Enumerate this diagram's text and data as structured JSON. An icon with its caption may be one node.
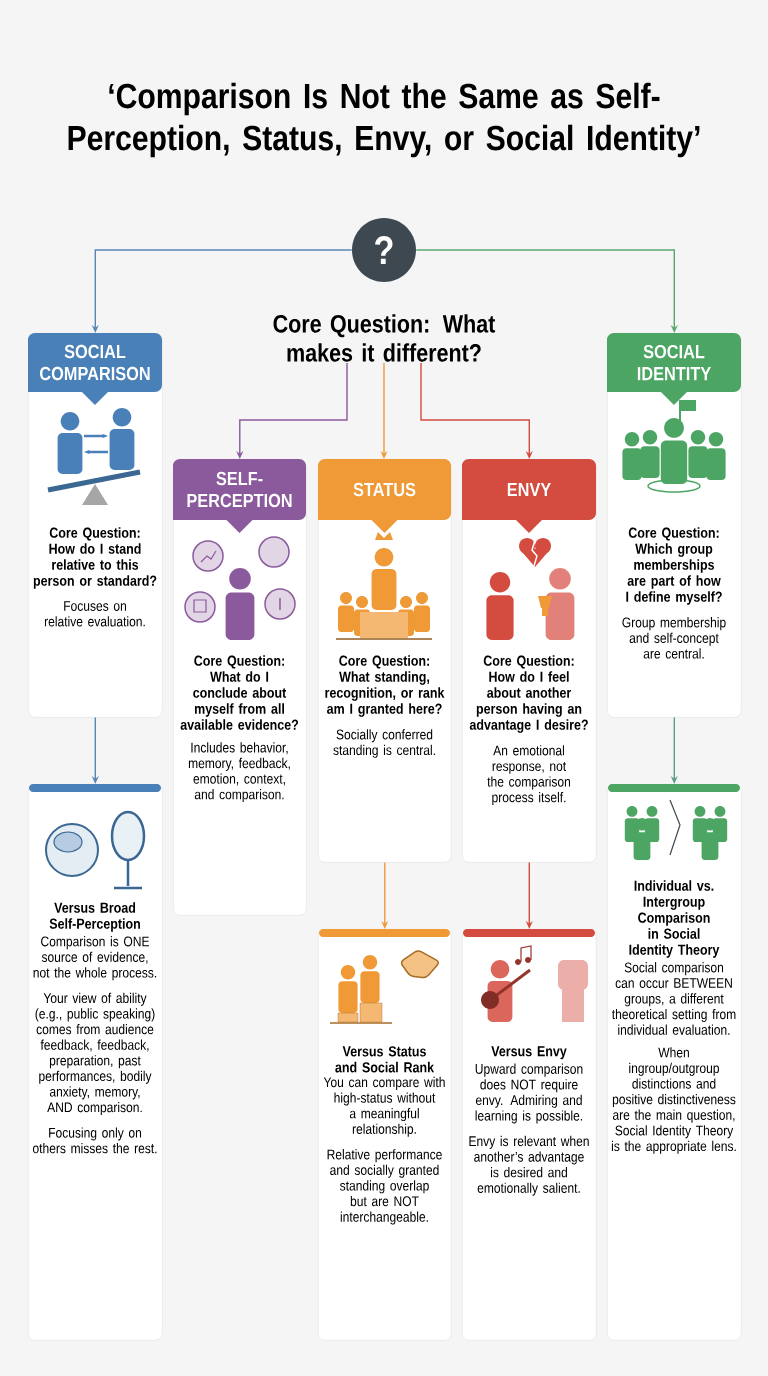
{
  "diagram": {
    "title": "‘Comparison Is Not the Same as Self-Perception, Status, Envy, or Social Identity’",
    "nodes": [
      {
        "text": [
          "?"
        ]
      },
      {
        "text": [
          "Core Question: What makes it different?"
        ]
      },
      {
        "text": [
          "SOCIAL COMPARISON",
          "Core Question: How do I stand relative to this person or standard?",
          "Focuses on relative evaluation."
        ]
      },
      {
        "text": [
          "SELF-PERCEPTION",
          "Core Question: What do I conclude about myself from all available evidence?",
          "Includes behavior, memory, feedback, emotion, context, and comparison."
        ]
      },
      {
        "text": [
          "STATUS",
          "Core Question: What standing, recognition, or rank am I granted here?",
          "Socially conferred standing is central."
        ]
      },
      {
        "text": [
          "ENVY",
          "Core Question: How do I feel about another person having an advantage I desire?",
          "An emotional response, not the comparison process itself."
        ]
      },
      {
        "text": [
          "SOCIAL IDENTITY",
          "Core Question: Which group memberships are part of how I define myself?",
          "Group membership and self-concept are central."
        ]
      },
      {
        "text": [
          "Versus Broad Self-Perception",
          "Comparison is ONE source of evidence, not the whole process.",
          "Your view of ability (e.g., public speaking) comes from audience feedback, feedback, preparation, past performances, bodily anxiety, memory, AND comparison.",
          "Focusing only on others misses the rest."
        ]
      },
      {
        "text": [
          "Versus Status and Social Rank",
          "You can compare with high-status without a meaningful relationship.",
          "Relative performance and socially granted standing overlap but are NOT interchangeable."
        ]
      },
      {
        "text": [
          "Versus Envy",
          "Upward comparison does NOT require envy. Admiring and learning is possible.",
          "Envy is relevant when another’s advantage is desired and emotionally salient."
        ]
      },
      {
        "text": [
          "Individual vs. Intergroup Comparison in Social Identity Theory",
          "Social comparison can occur BETWEEN groups, a different theoretical setting from individual evaluation.",
          "When ingroup/outgroup distinctions and positive distinctiveness are the main question, Social Identity Theory is the appropriate lens."
        ]
      }
    ],
    "edges": [
      {
        "from": 0,
        "to": 2,
        "arrow": "to",
        "color": "#5a86b5"
      },
      {
        "from": 0,
        "to": 6,
        "arrow": "to",
        "color": "#5aa870"
      },
      {
        "from": 1,
        "to": 3,
        "arrow": "to",
        "color": "#8b5a9c"
      },
      {
        "from": 1,
        "to": 4,
        "arrow": "to",
        "color": "#ef9a36"
      },
      {
        "from": 1,
        "to": 5,
        "arrow": "to",
        "color": "#d44b3f"
      },
      {
        "from": 2,
        "to": 7,
        "arrow": "to",
        "color": "#5a86b5"
      },
      {
        "from": 4,
        "to": 8,
        "arrow": "to",
        "color": "#ef9a36"
      },
      {
        "from": 5,
        "to": 9,
        "arrow": "to",
        "color": "#d44b3f"
      },
      {
        "from": 6,
        "to": 10,
        "arrow": "to",
        "color": "#5a9e86"
      }
    ]
  }
}
